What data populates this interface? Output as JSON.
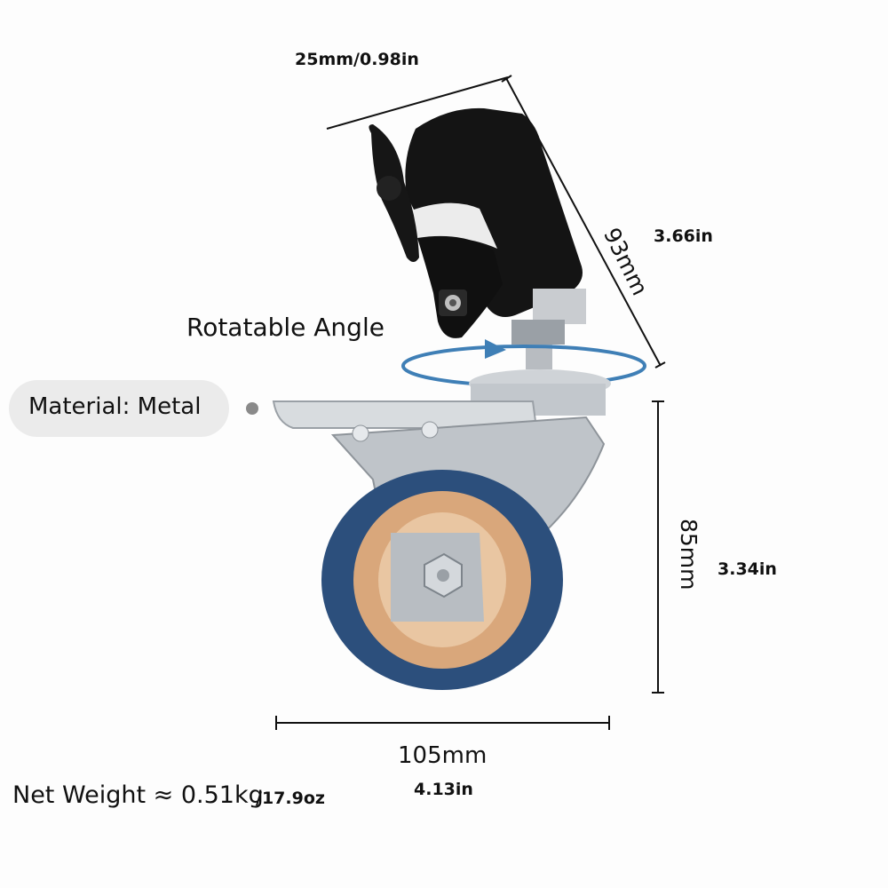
{
  "labels": {
    "top_width": "25mm/0.98in",
    "height_93": "93mm",
    "height_93_in": "3.66in",
    "rotatable": "Rotatable Angle",
    "material": "Material: Metal",
    "height_85": "85mm",
    "height_85_in": "3.34in",
    "width_105": "105mm",
    "width_105_in": "4.13in",
    "net_weight": "Net Weight ≈ 0.51kg",
    "net_weight_oz": "/17.9oz"
  },
  "colors": {
    "clamp": "#141414",
    "metal": "#c8cdd2",
    "wheel_tire": "#2c4f7c",
    "wheel_hub": "#d9a77b",
    "rotate_arrow": "#3f7fb6",
    "pill": "#ebebeb"
  },
  "icons": [
    "rotate-arrow-icon"
  ]
}
